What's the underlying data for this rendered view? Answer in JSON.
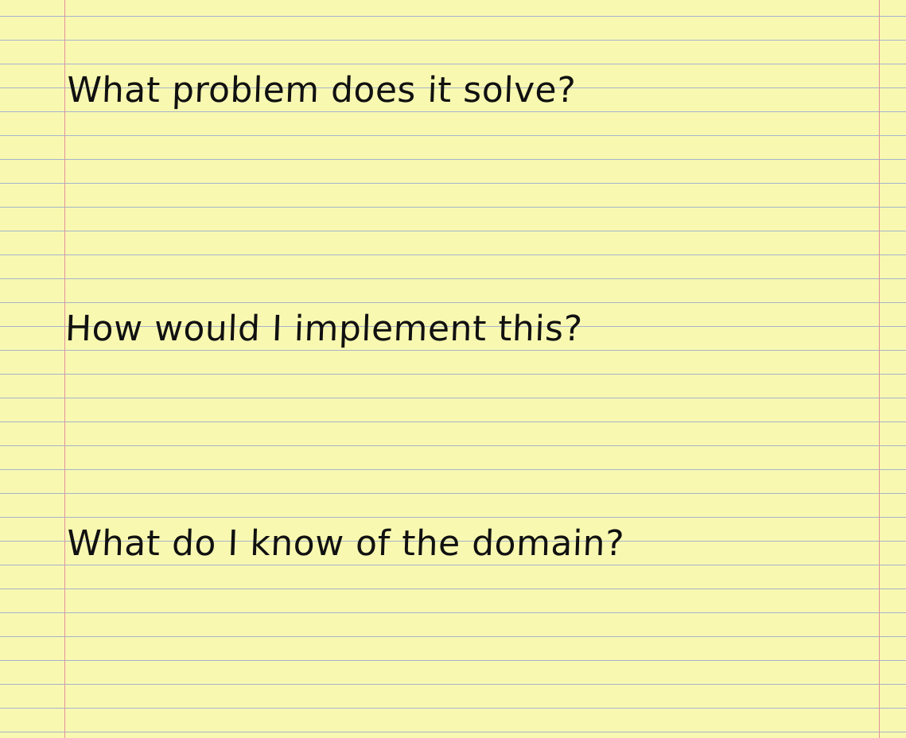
{
  "notepad": {
    "lines": [
      "What problem does it solve?",
      "How would I implement this?",
      "What do I know of the domain?"
    ]
  },
  "colors": {
    "paper": "#f8f8b1",
    "rule_lines": "#a6b4c9",
    "margin_lines": "#e3909c",
    "ink": "#111111"
  }
}
